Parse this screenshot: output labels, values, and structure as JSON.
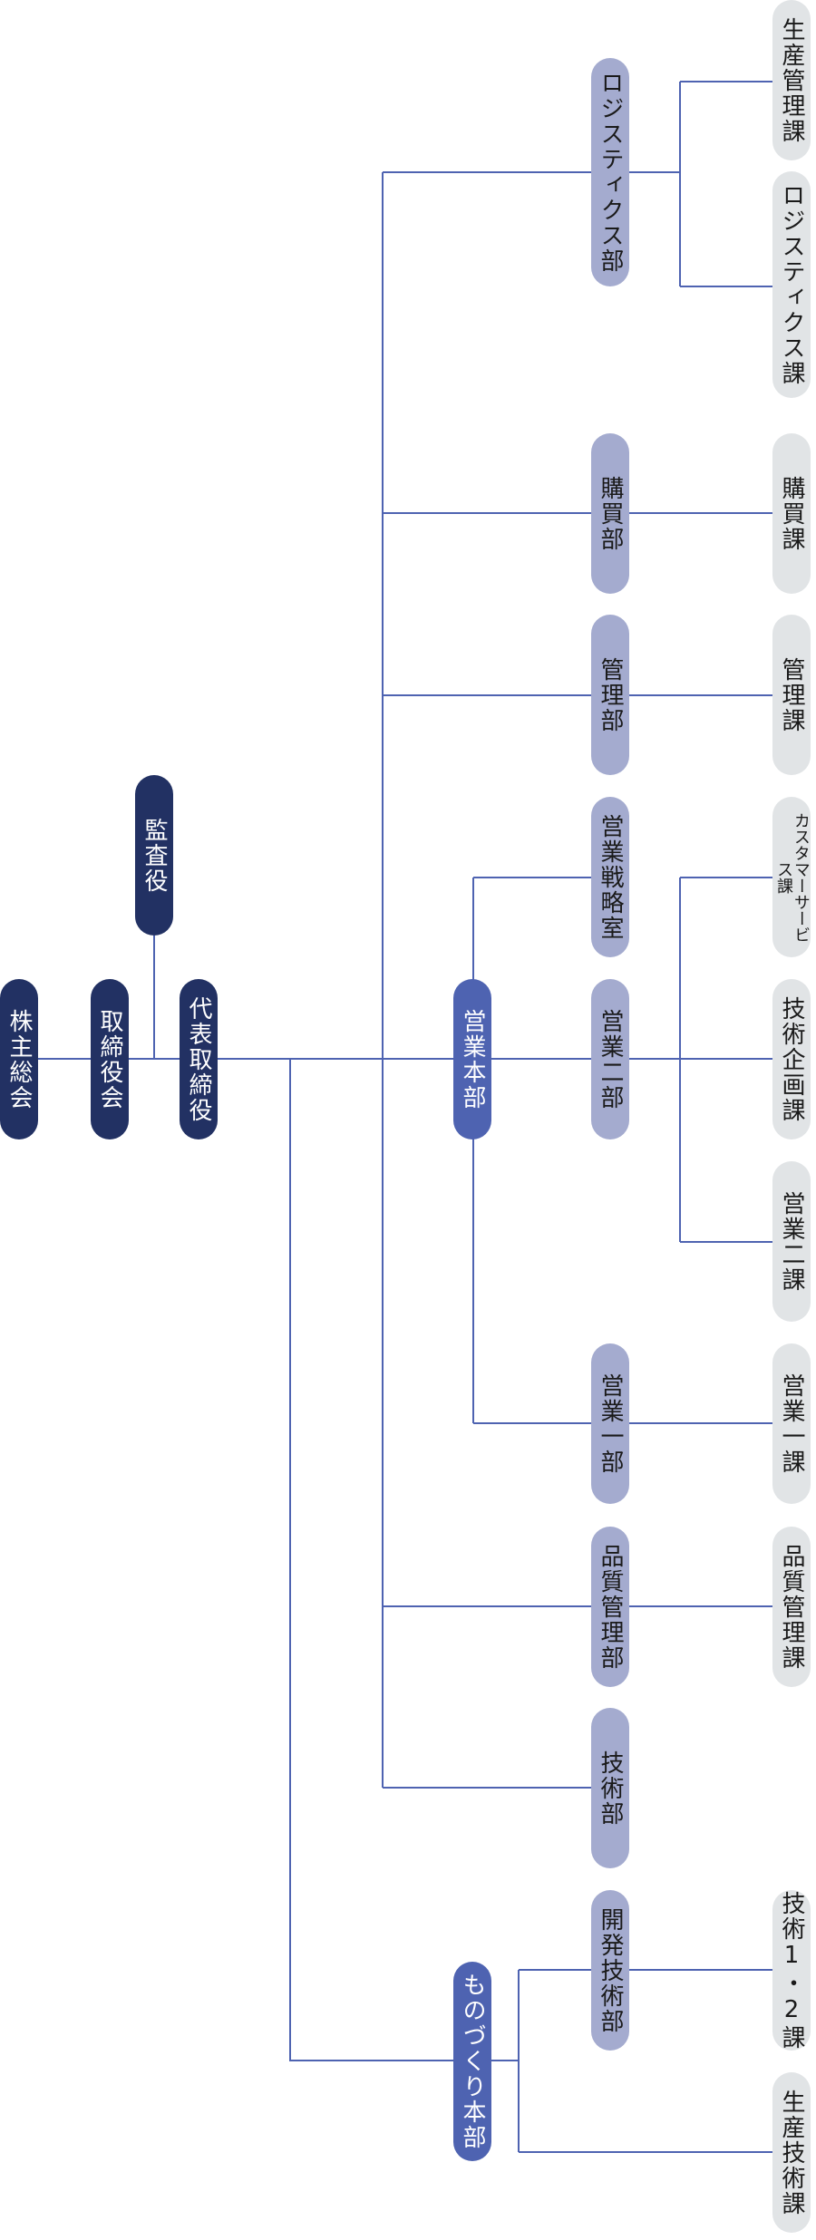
{
  "colors": {
    "line": "#4e63b1",
    "dark": "#223163",
    "mid": "#4e63b1",
    "dept": "#a4abcf",
    "section": "#e1e4e6"
  },
  "top": {
    "shareholders": "株主総会",
    "board": "取締役会",
    "auditor": "監査役",
    "president": "代表取締役"
  },
  "divisions": {
    "sales": "営業本部",
    "monozukuri": "ものづくり本部"
  },
  "departments": {
    "logistics": "ロジスティクス部",
    "purchasing": "購買部",
    "management": "管理部",
    "sales_strategy": "営業戦略室",
    "sales2": "営業二部",
    "sales1": "営業一部",
    "quality": "品質管理部",
    "technology": "技術部",
    "dev_tech": "開発技術部"
  },
  "sections": {
    "production_mgmt": "生産管理課",
    "logistics_sec": "ロジスティクス課",
    "purchasing_sec": "購買課",
    "management_sec": "管理課",
    "customer_service": "カスタマーサービス課",
    "tech_planning": "技術企画課",
    "sales2_sec": "営業二課",
    "sales1_sec": "営業一課",
    "quality_sec": "品質管理課",
    "tech12": "技術1・2課",
    "production_tech": "生産技術課"
  }
}
